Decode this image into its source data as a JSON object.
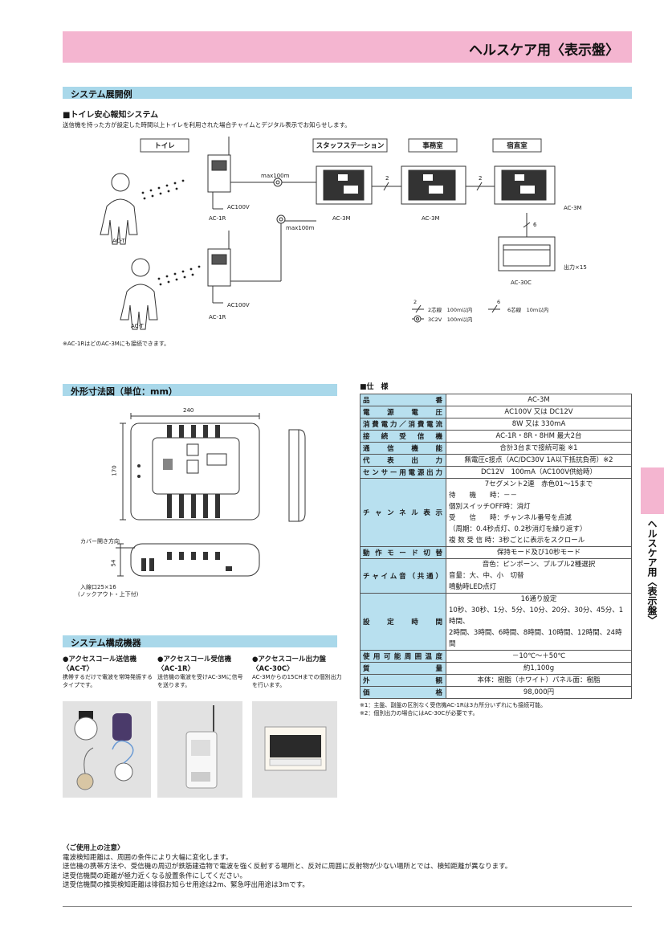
{
  "header": {
    "title": "ヘルスケア用〈表示盤〉"
  },
  "side_tab": {
    "label": "ヘルスケア用〈表示盤〉"
  },
  "system": {
    "section_title": "システム展開例",
    "heading": "■トイレ安心報知システム",
    "description": "送信機を持った方が設定した時間以上トイレを利用された場合チャイムとデジタル表示でお知らせします。",
    "locations": {
      "toilet": "トイレ",
      "staff": "スタッフステーション",
      "office": "事務室",
      "night": "宿直室"
    },
    "labels": {
      "act1": "AC-T",
      "act2": "AC-T",
      "ac1r1": "AC-1R",
      "ac1r2": "AC-1R",
      "ac100v1": "AC100V",
      "ac100v2": "AC100V",
      "max1": "max100m",
      "max2": "max100m",
      "ac3m1": "AC-3M",
      "ac3m2": "AC-3M",
      "ac3m3": "AC-3M",
      "wire2a": "2",
      "wire2b": "2",
      "wire6": "6",
      "ac30c": "AC-30C",
      "out15": "出力×15"
    },
    "legend": {
      "l1_num": "2",
      "l1": "2芯線　100m以内",
      "l2_num": "6",
      "l2": "6芯線　10m以内",
      "l3": "3C2V　100m以内"
    },
    "note": "※AC-1RはどのAC-3Mにも接続できます。"
  },
  "dimensions": {
    "section_title": "外形寸法図（単位：mm）",
    "width": "240",
    "height": "170",
    "depth": "54",
    "cover": "カバー開き方向",
    "entry1": "入線口25×16",
    "entry2": "(ノックアウト・上下付)"
  },
  "spec": {
    "heading": "■仕　様",
    "rows": [
      {
        "k": "品　　　　番",
        "v": [
          "AC-3M"
        ],
        "align": "c"
      },
      {
        "k": "電　源　電　圧",
        "v": [
          "AC100V 又は DC12V"
        ],
        "align": "c"
      },
      {
        "k": "消費電力／消費電流",
        "v": [
          "8W 又は 330mA"
        ],
        "align": "c"
      },
      {
        "k": "接　続　受　信　機",
        "v": [
          "AC-1R・8R・8HM 最大2台"
        ],
        "align": "c"
      },
      {
        "k": "通　信　機　能",
        "v": [
          "合計3台まで接続可能 ※1"
        ],
        "align": "c"
      },
      {
        "k": "代　表　出　力",
        "v": [
          "無電圧c接点（AC/DC30V 1A以下抵抗負荷）※2"
        ],
        "align": "c"
      },
      {
        "k": "センサー用電源出力",
        "v": [
          "DC12V　100mA（AC100V供給時）"
        ],
        "align": "c"
      },
      {
        "k": "チャンネル表示",
        "v": [
          "7セグメント2連　赤色01～15まで",
          "待　　機　　時：－－",
          "個別スイッチOFF時：消灯",
          "受　　信　　時：チャンネル番号を点滅",
          "（周期：0.4秒点灯、0.2秒消灯を繰り返す）",
          "複 数 受 信 時：3秒ごとに表示をスクロール"
        ],
        "align": "l"
      },
      {
        "k": "動作モード切替",
        "v": [
          "保持モード及び10秒モード"
        ],
        "align": "c"
      },
      {
        "k": "チャイム音（共通）",
        "v": [
          "音色：ピンポーン、プルプル2種選択",
          "音量：大、中、小　切替",
          "鳴動時LED点灯"
        ],
        "align": "l"
      },
      {
        "k": "設　定　時　間",
        "v": [
          "16通り設定",
          "10秒、30秒、1分、5分、10分、20分、30分、45分、1時間、",
          "2時間、3時間、6時間、8時間、10時間、12時間、24時間"
        ],
        "align": "l"
      },
      {
        "k": "使用可能周囲温度",
        "v": [
          "－10℃～＋50℃"
        ],
        "align": "c"
      },
      {
        "k": "質　　　　量",
        "v": [
          "約1,100g"
        ],
        "align": "c"
      },
      {
        "k": "外　　　　観",
        "v": [
          "本体：樹脂（ホワイト）パネル面：樹脂"
        ],
        "align": "c"
      },
      {
        "k": "価　　　　格",
        "v": [
          "98,000円"
        ],
        "align": "c"
      }
    ],
    "notes": [
      "※1：主盤、副盤の区別なく受信機AC-1Rは3カ所分いずれにも接続可能。",
      "※2：個別出力の場合にはAC-30Cが必要です。"
    ]
  },
  "components": {
    "section_title": "システム構成機器",
    "items": [
      {
        "title1": "●アクセスコール送信機",
        "title2": "〈AC-T〉",
        "desc": "携帯するだけで電波を常時発振するタイプです。"
      },
      {
        "title1": "●アクセスコール受信機",
        "title2": "〈AC-1R〉",
        "desc": "送信機の電波を受けAC-3Mに信号を送ります。"
      },
      {
        "title1": "●アクセスコール出力盤",
        "title2": "〈AC-30C〉",
        "desc": "AC-3Mからの15CHまでの個別出力を行います。"
      }
    ]
  },
  "usage": {
    "title": "〈ご使用上の注意〉",
    "lines": [
      "電波検知距離は、周囲の条件により大幅に変化します。",
      "送信機の携帯方法や、受信機の周辺が鉄筋建造物で電波を強く反射する場所と、反対に周囲に反射物が少ない場所とでは、検知距離が異なります。",
      "送受信機間の距離が極力近くなる設置条件にしてください。",
      "送受信機間の推奨検知距離は徘徊お知らせ用途は2m、緊急呼出用途は3mです。"
    ]
  }
}
